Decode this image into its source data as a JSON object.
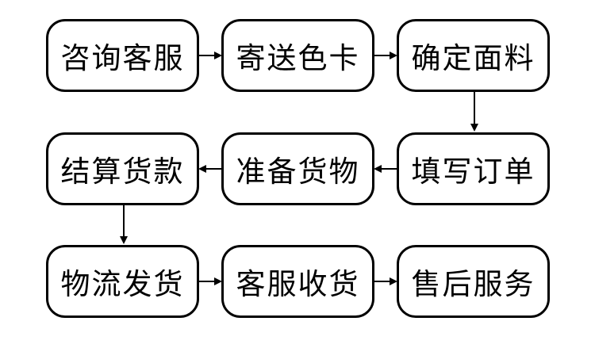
{
  "colors": {
    "stroke": "#000000",
    "fill": "#ffffff",
    "text": "#000000"
  },
  "nodes": [
    {
      "id": "consult",
      "label": "咨询客服"
    },
    {
      "id": "send-swatch",
      "label": "寄送色卡"
    },
    {
      "id": "confirm-fabric",
      "label": "确定面料"
    },
    {
      "id": "settle-payment",
      "label": "结算货款"
    },
    {
      "id": "prepare-goods",
      "label": "准备货物"
    },
    {
      "id": "fill-order",
      "label": "填写订单"
    },
    {
      "id": "ship-goods",
      "label": "物流发货"
    },
    {
      "id": "receive-goods",
      "label": "客服收货"
    },
    {
      "id": "after-sales",
      "label": "售后服务"
    }
  ],
  "edges": [
    {
      "from": "consult",
      "to": "send-swatch"
    },
    {
      "from": "send-swatch",
      "to": "confirm-fabric"
    },
    {
      "from": "confirm-fabric",
      "to": "fill-order"
    },
    {
      "from": "fill-order",
      "to": "prepare-goods"
    },
    {
      "from": "prepare-goods",
      "to": "settle-payment"
    },
    {
      "from": "settle-payment",
      "to": "ship-goods"
    },
    {
      "from": "ship-goods",
      "to": "receive-goods"
    },
    {
      "from": "receive-goods",
      "to": "after-sales"
    }
  ]
}
